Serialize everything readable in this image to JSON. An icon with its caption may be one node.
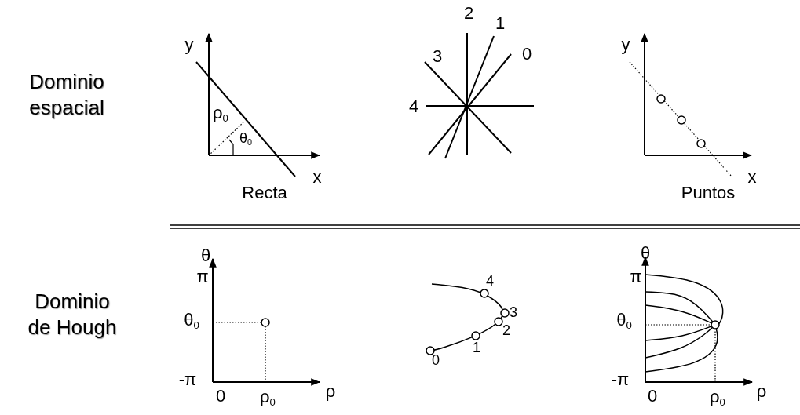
{
  "diagram": {
    "labels": [
      "Dominio espacial",
      "y",
      "ρ$_{0}$",
      "θ$_{0}$",
      "x",
      "Recta",
      "2",
      "1",
      "0",
      "3",
      "4",
      "y",
      "x",
      "Puntos",
      "Dominio de Hough",
      "θ",
      "π",
      "θ$_{0}$",
      "-π",
      "0",
      "ρ$_{0}$",
      "ρ",
      "4",
      "3",
      "2",
      "1",
      "0",
      "θ",
      "π",
      "θ$_{0}$",
      "-π",
      "0",
      "ρ$_{0}$",
      "ρ"
    ]
  }
}
